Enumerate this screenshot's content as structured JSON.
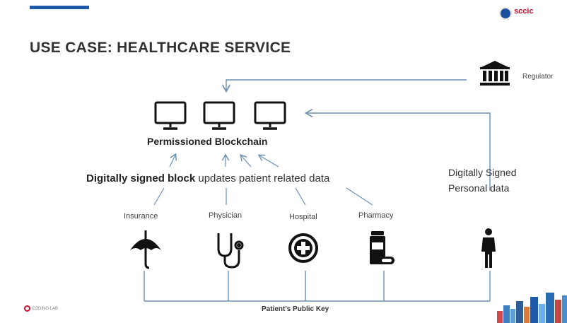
{
  "slide": {
    "title": "USE CASE: HEALTHCARE SERVICE",
    "logo_text": "sccic",
    "footer_logo_text": "CODING LAB"
  },
  "diagram": {
    "regulator_label": "Regulator",
    "blockchain_label": "Permissioned Blockchain",
    "signed_bold": "Digitally signed block",
    "signed_rest": " updates patient related data",
    "personal_line1": "Digitally Signed",
    "personal_line2": "Personal data",
    "nodes": {
      "insurance": "Insurance",
      "physician": "Physician",
      "hospital": "Hospital",
      "pharmacy": "Pharmacy"
    },
    "key_label": "Patient's Public Key"
  },
  "colors": {
    "accent": "#1e5aa8",
    "line": "#6b8fb3",
    "icon": "#111111"
  },
  "icons": [
    "monitor-icon",
    "bank-icon",
    "umbrella-icon",
    "stethoscope-icon",
    "hospital-cross-icon",
    "medicine-icon",
    "person-icon"
  ]
}
